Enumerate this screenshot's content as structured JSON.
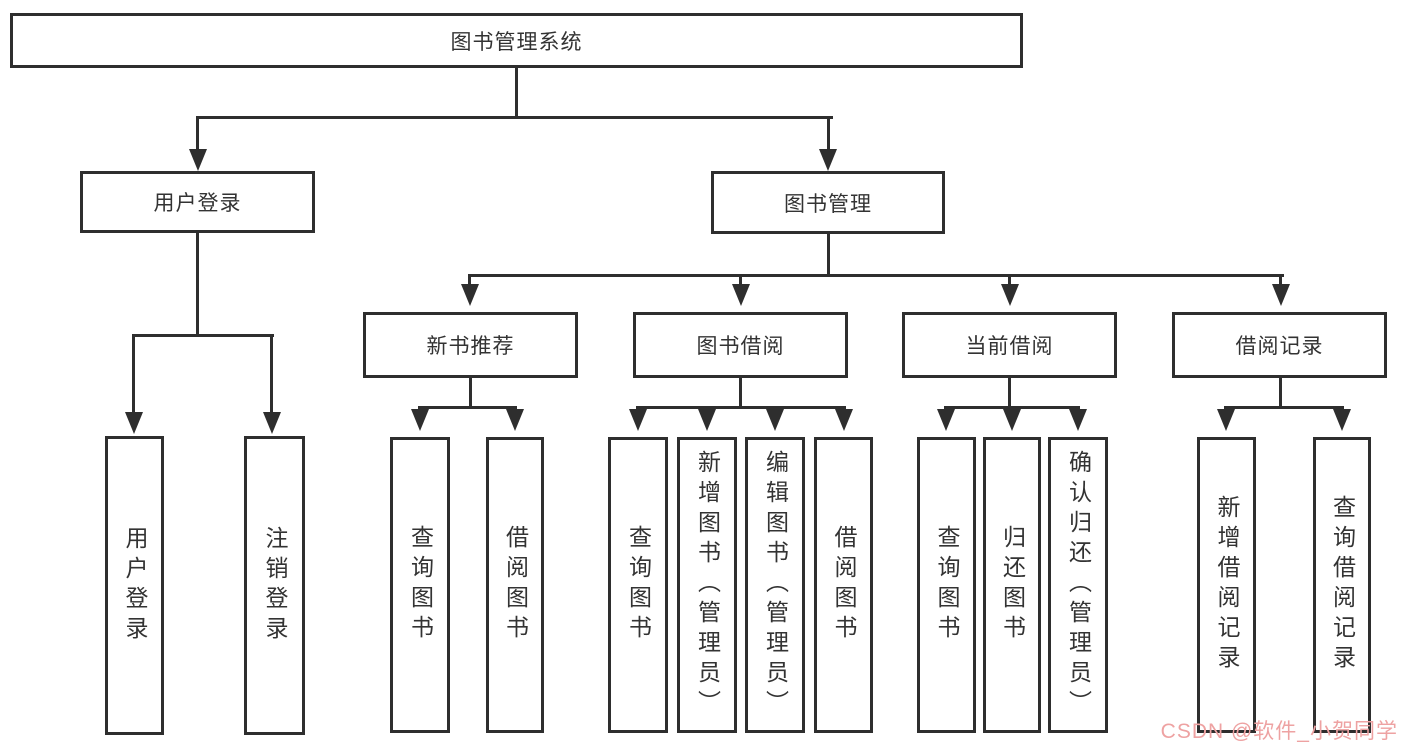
{
  "diagram": {
    "root": {
      "label": "图书管理系统"
    },
    "branches": {
      "user_login": {
        "label": "用户登录",
        "children": [
          "用户登录",
          "注销登录"
        ]
      },
      "book_management": {
        "label": "图书管理",
        "sections": [
          {
            "label": "新书推荐",
            "children": [
              "查询图书",
              "借阅图书"
            ]
          },
          {
            "label": "图书借阅",
            "children": [
              "查询图书",
              "新增图书（管理员）",
              "编辑图书（管理员）",
              "借阅图书"
            ]
          },
          {
            "label": "当前借阅",
            "children": [
              "查询图书",
              "归还图书",
              "确认归还（管理员）"
            ]
          },
          {
            "label": "借阅记录",
            "children": [
              "新增借阅记录",
              "查询借阅记录"
            ]
          }
        ]
      }
    },
    "colors": {
      "line": "#2e2e2e",
      "box_background": "#ffffff",
      "text": "#333333"
    }
  },
  "watermark": {
    "text": "CSDN @软件_小贺同学",
    "color": "#eea2a2"
  }
}
